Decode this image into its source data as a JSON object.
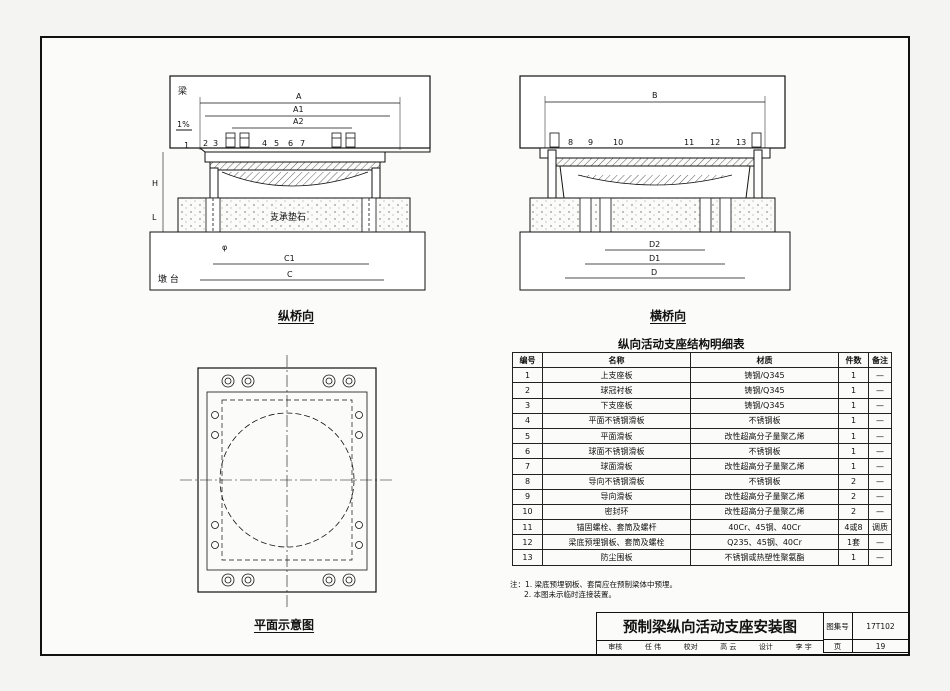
{
  "views": {
    "longitudinal": {
      "caption": "纵桥向",
      "labels": {
        "beam": "梁",
        "slope": "1%",
        "pier": "墩 台",
        "pad": "支承垫石",
        "H": "H",
        "L": "L",
        "phi": "φ"
      },
      "dims": {
        "A": "A",
        "A1": "A1",
        "A2": "A2",
        "C1": "C1",
        "C": "C"
      },
      "callouts": [
        "1",
        "2",
        "3",
        "4",
        "5",
        "6",
        "7"
      ]
    },
    "transverse": {
      "caption": "横桥向",
      "dims": {
        "B": "B",
        "D2": "D2",
        "D1": "D1",
        "D": "D"
      },
      "callouts": [
        "8",
        "9",
        "10",
        "11",
        "12",
        "13"
      ]
    },
    "plan": {
      "caption": "平面示意图"
    }
  },
  "table": {
    "title": "纵向活动支座结构明细表",
    "headers": [
      "编号",
      "名称",
      "材质",
      "件数",
      "备注"
    ],
    "rows": [
      [
        "1",
        "上支座板",
        "铸钢/Q345",
        "1",
        "—"
      ],
      [
        "2",
        "球冠衬板",
        "铸钢/Q345",
        "1",
        "—"
      ],
      [
        "3",
        "下支座板",
        "铸钢/Q345",
        "1",
        "—"
      ],
      [
        "4",
        "平面不锈钢滑板",
        "不锈钢板",
        "1",
        "—"
      ],
      [
        "5",
        "平面滑板",
        "改性超高分子量聚乙烯",
        "1",
        "—"
      ],
      [
        "6",
        "球面不锈钢滑板",
        "不锈钢板",
        "1",
        "—"
      ],
      [
        "7",
        "球面滑板",
        "改性超高分子量聚乙烯",
        "1",
        "—"
      ],
      [
        "8",
        "导向不锈钢滑板",
        "不锈钢板",
        "2",
        "—"
      ],
      [
        "9",
        "导向滑板",
        "改性超高分子量聚乙烯",
        "2",
        "—"
      ],
      [
        "10",
        "密封环",
        "改性超高分子量聚乙烯",
        "2",
        "—"
      ],
      [
        "11",
        "锚固螺栓、套筒及螺杆",
        "40Cr、45钢、40Cr",
        "4或8",
        "调质"
      ],
      [
        "12",
        "梁底预埋钢板、套筒及螺栓",
        "Q235、45钢、40Cr",
        "1套",
        "—"
      ],
      [
        "13",
        "防尘围板",
        "不锈钢或热塑性聚氨酯",
        "1",
        "—"
      ]
    ]
  },
  "notes": [
    "注：1. 梁底预埋钢板、套筒应在预制梁体中预埋。",
    "2. 本图未示临时连接装置。"
  ],
  "title_block": {
    "title": "预制梁纵向活动支座安装图",
    "atlas_label": "图集号",
    "atlas_no": "17T102",
    "page_label": "页",
    "page_no": "19",
    "sign_row": [
      "审核",
      "任  伟",
      "校对",
      "高  云",
      "设计",
      "李  宇"
    ]
  }
}
